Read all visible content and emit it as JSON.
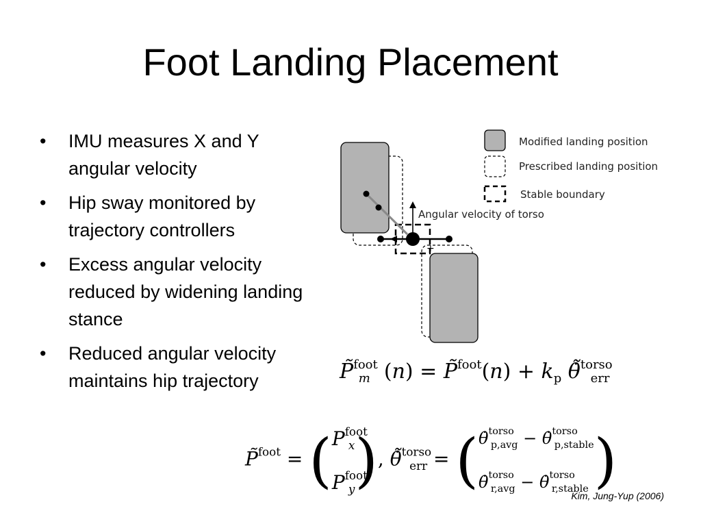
{
  "title": "Foot Landing Placement",
  "bullets": [
    "IMU measures X and Y angular velocity",
    "Hip sway monitored by trajectory controllers",
    "Excess angular velocity reduced by widening landing stance",
    "Reduced angular velocity maintains hip trajectory"
  ],
  "diagram": {
    "legend": {
      "modified": "Modified landing position",
      "prescribed": "Prescribed landing position",
      "stable": "Stable boundary"
    },
    "arrow_label": "Angular velocity of torso",
    "colors": {
      "modified_fill": "#b3b3b3",
      "outline": "#000000"
    }
  },
  "equations": {
    "eq1": "P̃_m^foot(n) = P̃^foot(n) + k_p θ̇̃_err^torso",
    "eq2": "P̃^foot = (P_x^foot, P_y^foot), θ̇̃_err^torso = (θ̇_p,avg^torso − θ̇_p,stable^torso, θ̇_r,avg^torso − θ̇_r,stable^torso)"
  },
  "credit": "Kim, Jung-Yup (2006)"
}
